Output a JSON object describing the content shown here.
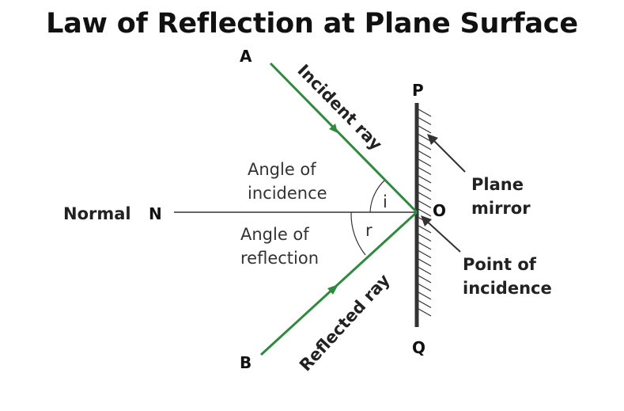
{
  "title": "Law of Reflection at Plane Surface",
  "colors": {
    "ray": "#2e8b3e",
    "mirror": "#333333",
    "text": "#111111"
  },
  "points": {
    "A": "A",
    "B": "B",
    "P": "P",
    "Q": "Q",
    "O": "O",
    "N": "N"
  },
  "labels": {
    "normal": "Normal",
    "incident_ray": "Incident ray",
    "reflected_ray": "Reflected ray",
    "angle_incidence_line1": "Angle of",
    "angle_incidence_line2": "incidence",
    "angle_reflection_line1": "Angle of",
    "angle_reflection_line2": "reflection",
    "angle_i": "i",
    "angle_r": "r",
    "plane_mirror_line1": "Plane",
    "plane_mirror_line2": "mirror",
    "point_incidence_line1": "Point of",
    "point_incidence_line2": "incidence"
  }
}
